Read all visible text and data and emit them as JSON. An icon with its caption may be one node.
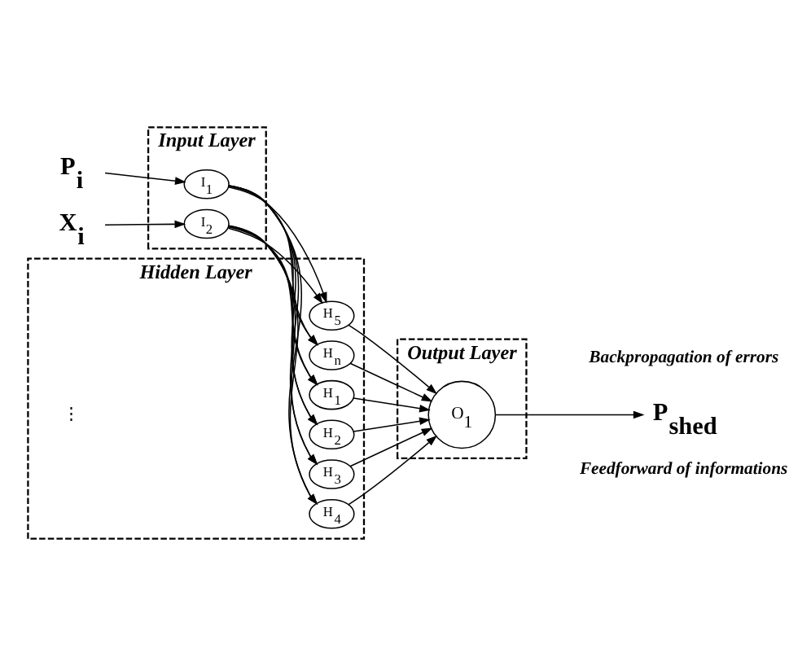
{
  "diagram": {
    "nodes": [
      {
        "text": [
          "P$_{i}$"
        ]
      },
      {
        "text": [
          "X$_{i}$"
        ]
      },
      {
        "text": [
          "Input Layer"
        ]
      },
      {
        "text": [
          "I$_{1}$"
        ],
        "in": 2
      },
      {
        "text": [
          "I$_{2}$"
        ],
        "in": 2
      },
      {
        "text": [
          "Hidden Layer"
        ]
      },
      {
        "text": [
          "H$_{1}$"
        ],
        "in": 5
      },
      {
        "text": [
          "H$_{2}$"
        ],
        "in": 5
      },
      {
        "text": [
          "H$_{3}$"
        ],
        "in": 5
      },
      {
        "text": [
          "H$_{4}$"
        ],
        "in": 5
      },
      {
        "text": [
          "H$_{5}$"
        ],
        "in": 5
      },
      {
        "text": [
          "H$_{n}$"
        ],
        "in": 5
      },
      {
        "text": [
          "Output Layer"
        ]
      },
      {
        "text": [
          "O$_{1}$"
        ],
        "in": 12
      },
      {
        "text": [
          "P$_{shed}$"
        ]
      }
    ],
    "edges": [
      {
        "from": 0,
        "to": 3,
        "arrow": "to"
      },
      {
        "from": 1,
        "to": 4,
        "arrow": "to"
      },
      {
        "from": 3,
        "to": 6,
        "arrow": "to"
      },
      {
        "from": 3,
        "to": 7,
        "arrow": "to"
      },
      {
        "from": 3,
        "to": 8,
        "arrow": "to"
      },
      {
        "from": 3,
        "to": 9,
        "arrow": "to"
      },
      {
        "from": 3,
        "to": 10,
        "arrow": "to"
      },
      {
        "from": 3,
        "to": 11,
        "arrow": "to"
      },
      {
        "from": 4,
        "to": 6,
        "arrow": "to"
      },
      {
        "from": 4,
        "to": 7,
        "arrow": "to"
      },
      {
        "from": 4,
        "to": 8,
        "arrow": "to"
      },
      {
        "from": 4,
        "to": 9,
        "arrow": "to"
      },
      {
        "from": 4,
        "to": 10,
        "arrow": "to"
      },
      {
        "from": 4,
        "to": 11,
        "arrow": "to"
      },
      {
        "from": 6,
        "to": 13,
        "arrow": "to"
      },
      {
        "from": 7,
        "to": 13,
        "arrow": "to"
      },
      {
        "from": 8,
        "to": 13,
        "arrow": "to"
      },
      {
        "from": 9,
        "to": 13,
        "arrow": "to"
      },
      {
        "from": 10,
        "to": 13,
        "arrow": "to"
      },
      {
        "from": 11,
        "to": 13,
        "arrow": "to"
      },
      {
        "from": 13,
        "to": 14,
        "arrow": "to"
      }
    ],
    "labels": [
      "Backpropagation of errors",
      "⋮",
      "Feedforward of informations"
    ]
  }
}
